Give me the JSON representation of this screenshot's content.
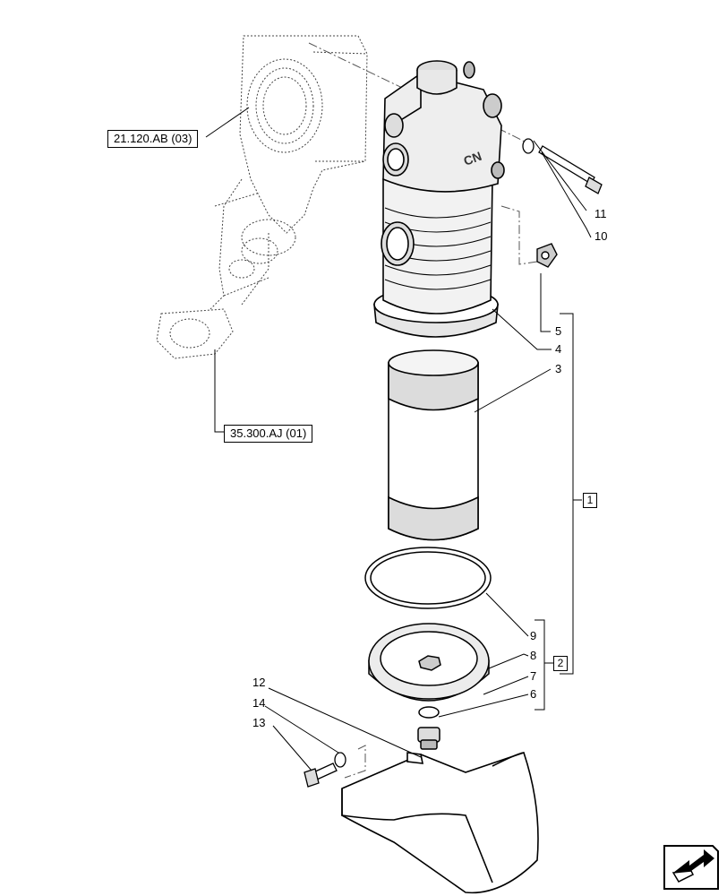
{
  "references": {
    "ref_21120": "21.120.AB (03)",
    "ref_35300": "35.300.AJ (01)"
  },
  "callouts": {
    "c1": "1",
    "c2": "2",
    "c3": "3",
    "c4": "4",
    "c5": "5",
    "c6": "6",
    "c7": "7",
    "c8": "8",
    "c9": "9",
    "c10": "10",
    "c11": "11",
    "c12": "12",
    "c13": "13",
    "c14": "14"
  },
  "housing_logo": "CN",
  "icons": {
    "nav": "next-page-arrow-icon"
  }
}
